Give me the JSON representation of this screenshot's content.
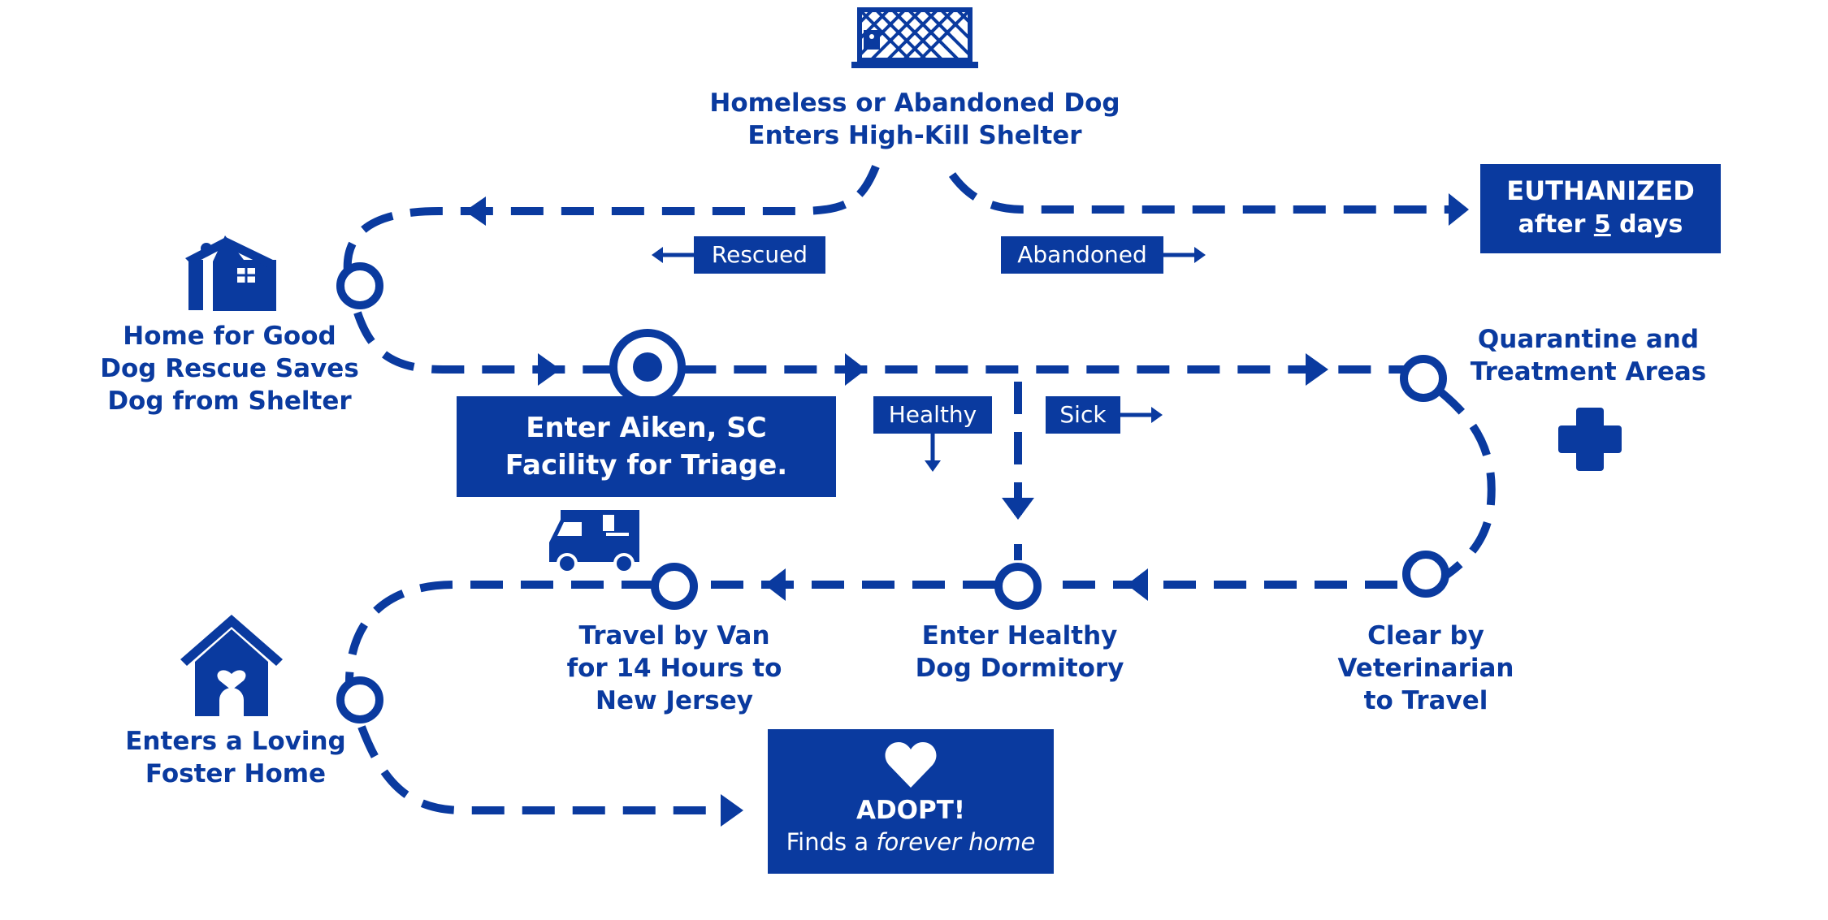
{
  "colors": {
    "primary": "#0a3a9f",
    "background": "#ffffff",
    "text_on_primary": "#ffffff"
  },
  "icons": {
    "shelter": "kennel-cage-icon",
    "rescue": "dog-house-rescue-icon",
    "medical": "medical-cross-icon",
    "van": "transport-van-icon",
    "foster": "dog-house-heart-icon",
    "adopt": "heart-icon"
  },
  "start": {
    "line1": "Homeless or Abandoned Dog",
    "line2": "Enters High-Kill Shelter"
  },
  "branches": {
    "rescued": "Rescued",
    "abandoned": "Abandoned"
  },
  "euthanized": {
    "title": "EUTHANIZED",
    "pre": "after ",
    "days": "5",
    "post": " days"
  },
  "rescue": {
    "line1": "Home for Good",
    "line2": "Dog Rescue Saves",
    "line3": "Dog from Shelter"
  },
  "triage": {
    "line1": "Enter Aiken, SC",
    "line2": "Facility for Triage."
  },
  "triage_branches": {
    "healthy": "Healthy",
    "sick": "Sick"
  },
  "quarantine": {
    "line1": "Quarantine and",
    "line2": "Treatment Areas"
  },
  "clear": {
    "line1": "Clear by",
    "line2": "Veterinarian",
    "line3": "to Travel"
  },
  "dormitory": {
    "line1": "Enter Healthy",
    "line2": "Dog Dormitory"
  },
  "travel": {
    "line1": "Travel by Van",
    "line2": "for 14 Hours to",
    "line3": "New Jersey"
  },
  "foster": {
    "line1": "Enters a Loving",
    "line2": "Foster Home"
  },
  "adopt": {
    "title": "ADOPT!",
    "pre": "Finds a ",
    "emphasis": "forever home"
  }
}
